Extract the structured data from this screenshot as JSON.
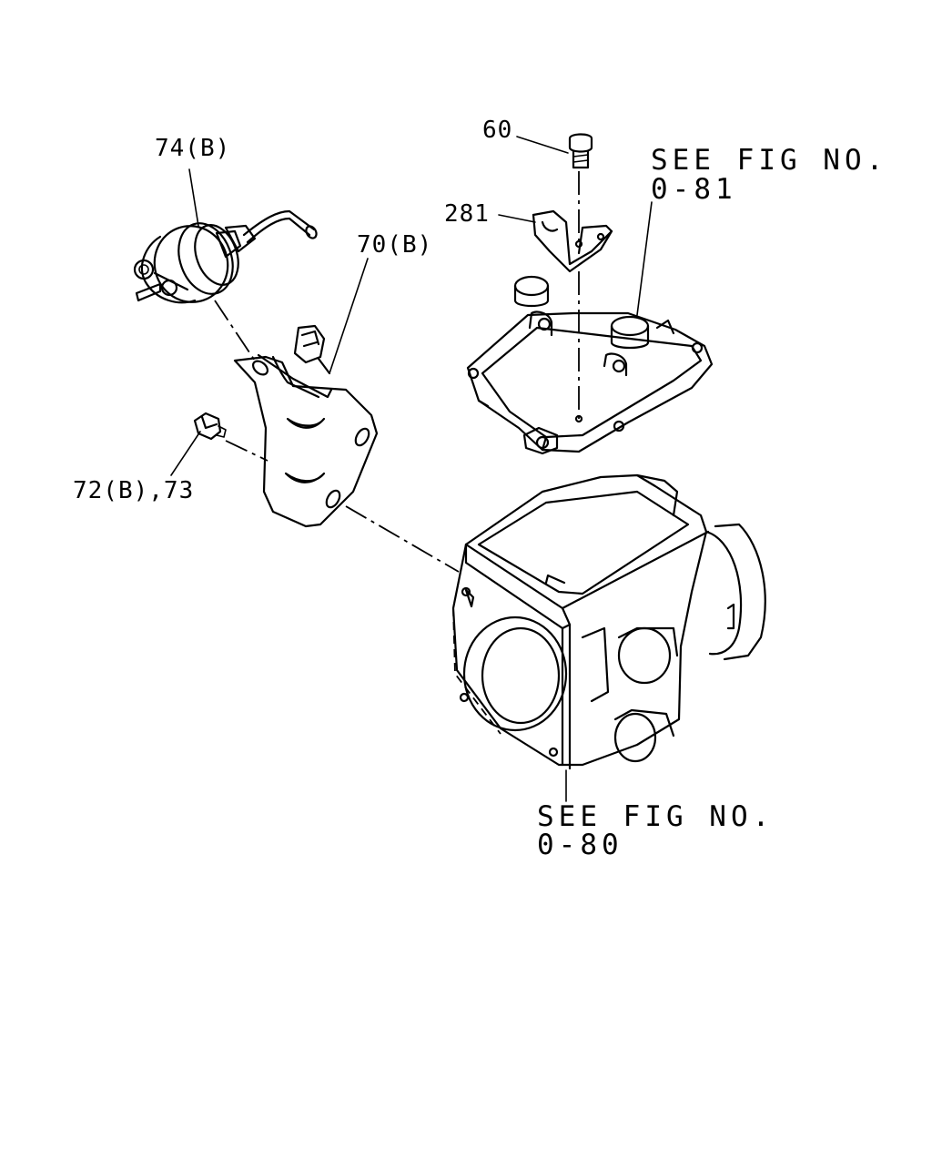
{
  "figure": {
    "colors": {
      "line": "#000000",
      "background": "#ffffff"
    },
    "part_labels": {
      "p74": "74(B)",
      "p60": "60",
      "p281": "281",
      "p70": "70(B)",
      "p72": "72(B),73"
    },
    "references": {
      "upper": {
        "line1": "SEE FIG NO.",
        "line2": "0-81"
      },
      "lower": {
        "line1": "SEE FIG NO.",
        "line2": "0-80"
      }
    }
  }
}
